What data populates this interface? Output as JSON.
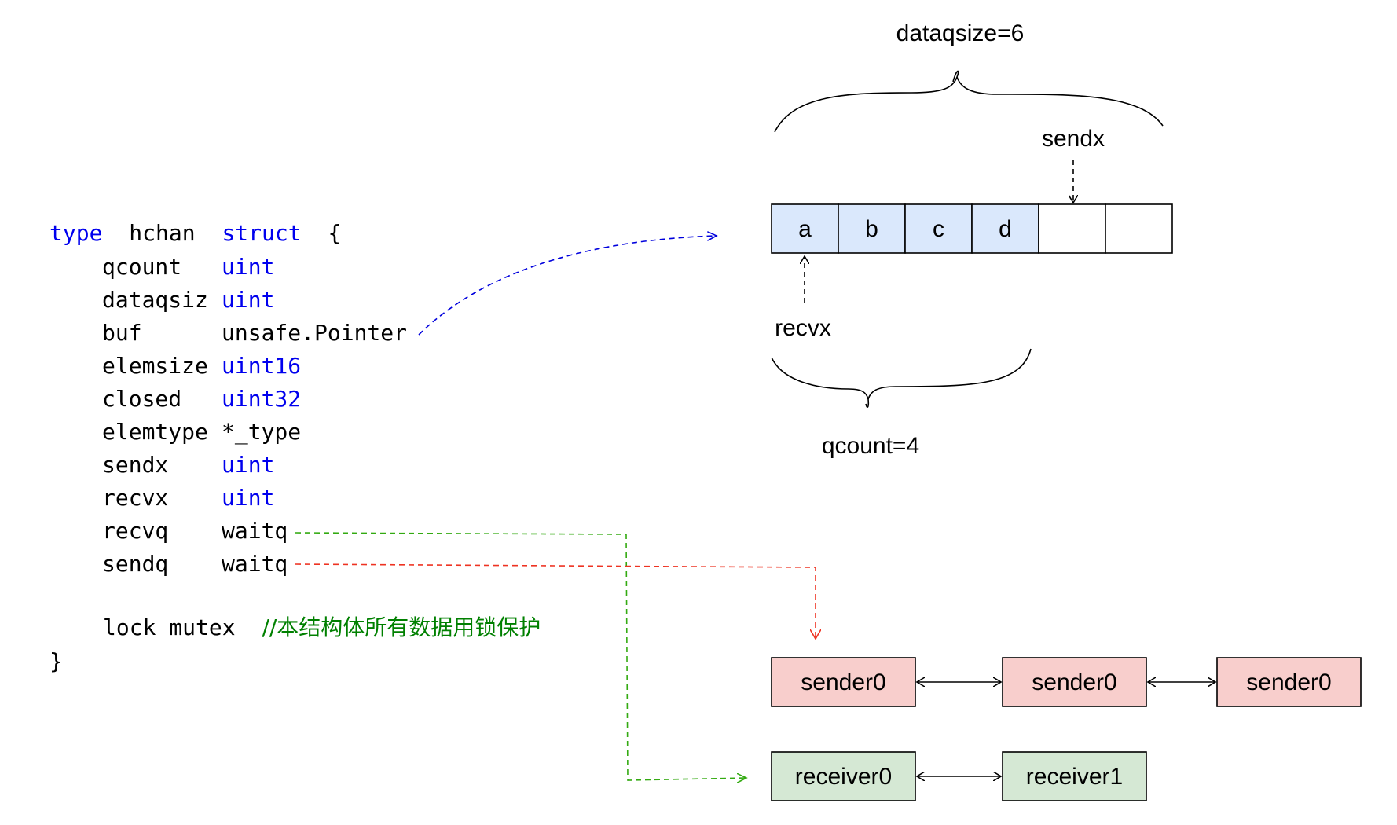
{
  "code": {
    "line_open": {
      "kw1": "type",
      "name": "hchan",
      "kw2": "struct",
      "brace": "{"
    },
    "fields": [
      {
        "name": "qcount",
        "type": "uint"
      },
      {
        "name": "dataqsiz",
        "type": "uint"
      },
      {
        "name": "buf",
        "type": "unsafe.Pointer"
      },
      {
        "name": "elemsize",
        "type": "uint16"
      },
      {
        "name": "closed",
        "type": "uint32"
      },
      {
        "name": "elemtype",
        "type": "*_type"
      },
      {
        "name": "sendx",
        "type": "uint"
      },
      {
        "name": "recvx",
        "type": "uint"
      },
      {
        "name": "recvq",
        "type": "waitq"
      },
      {
        "name": "sendq",
        "type": "waitq"
      }
    ],
    "lock_line": {
      "text": "lock mutex",
      "comment": "//本结构体所有数据用锁保护"
    },
    "close_brace": "}"
  },
  "buffer": {
    "top_label": "dataqsize=6",
    "sendx_label": "sendx",
    "recvx_label": "recvx",
    "bottom_label": "qcount=4",
    "cells": [
      "a",
      "b",
      "c",
      "d",
      "",
      ""
    ]
  },
  "queues": {
    "senders": [
      "sender0",
      "sender0",
      "sender0"
    ],
    "receivers": [
      "receiver0",
      "receiver1"
    ]
  },
  "colors": {
    "keyword": "#0000ee",
    "comment": "#008000",
    "filled_cell": "#dae8fc",
    "sender_fill": "#f8cecc",
    "receiver_fill": "#d5e8d4",
    "buf_arrow": "#0000dd",
    "recvq_arrow": "#33aa11",
    "sendq_arrow": "#ee3322"
  }
}
